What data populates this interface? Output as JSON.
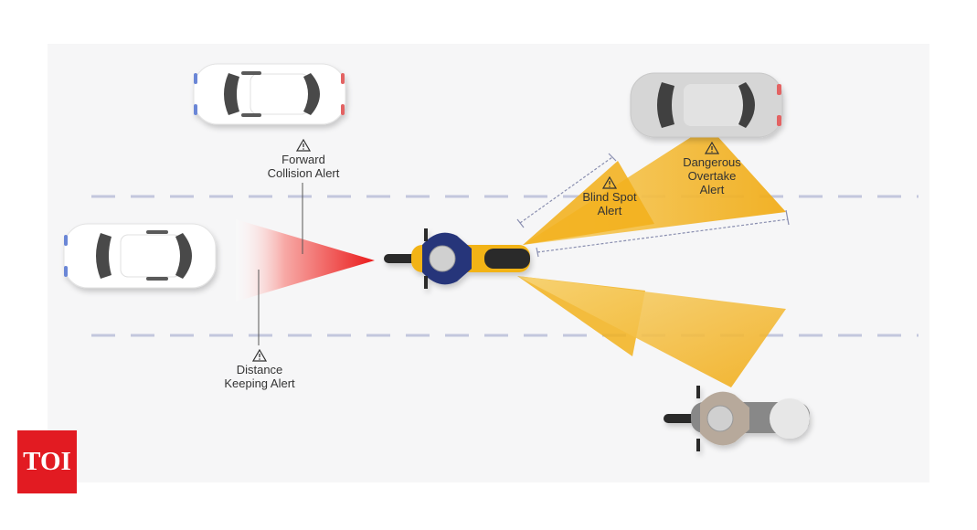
{
  "labels": {
    "forward_collision": [
      "Forward",
      "Collision Alert"
    ],
    "distance_keeping": [
      "Distance",
      "Keeping Alert"
    ],
    "blind_spot": [
      "Blind Spot",
      "Alert"
    ],
    "dangerous_overtake": [
      "Dangerous",
      "Overtake",
      "Alert"
    ]
  },
  "icons": {
    "warning": "warning-triangle-icon"
  },
  "colors": {
    "lane_dash": "#bfc4dc",
    "alert_yellow": "#f2b11c",
    "alert_red": "#ee2b2b",
    "rider_blue": "#27367a",
    "bike_yellow": "#f2b318",
    "car_white": "#ffffff",
    "car_grey": "#d8d8d8",
    "logo_red": "#e21b22"
  },
  "logo": {
    "text": "TOI"
  }
}
